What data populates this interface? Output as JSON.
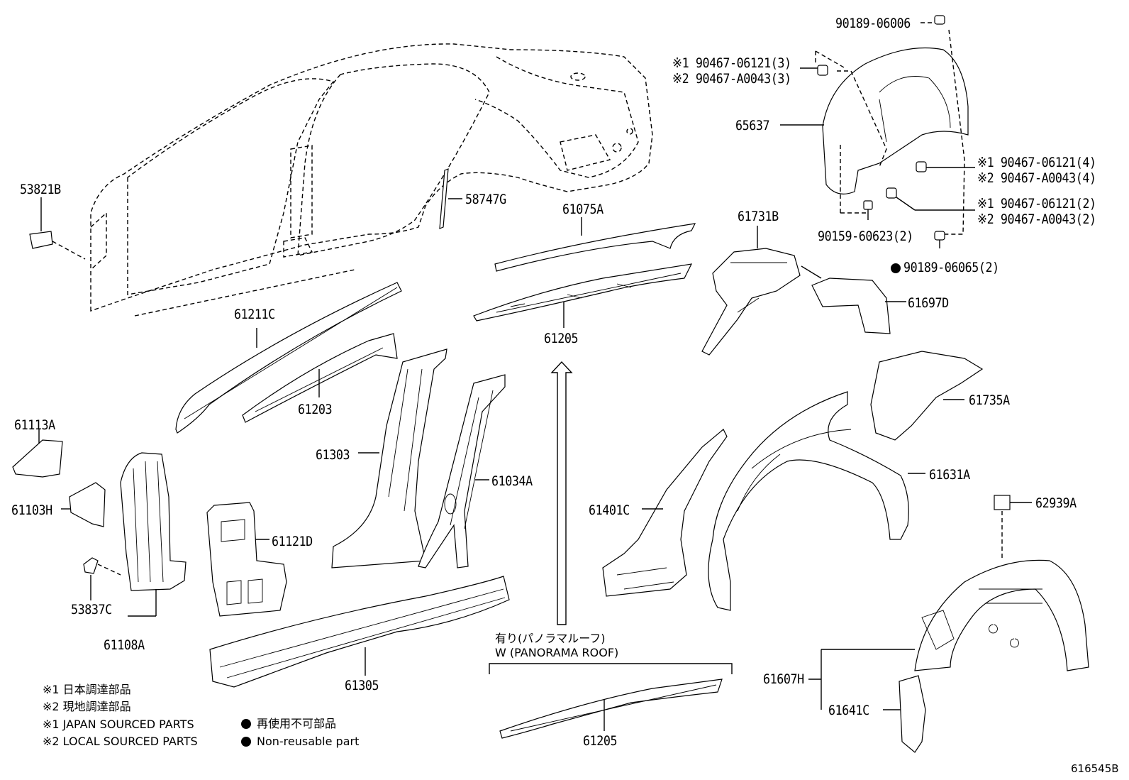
{
  "diagram_id": "616545B",
  "callouts": {
    "p53821B": "53821B",
    "p58747G": "58747G",
    "p61075A": "61075A",
    "p61211C": "61211C",
    "p61203": "61203",
    "p61205a": "61205",
    "p61205b": "61205",
    "p61113A": "61113A",
    "p61103H": "61103H",
    "p61303": "61303",
    "p61034A": "61034A",
    "p61121D": "61121D",
    "p53837C": "53837C",
    "p61108A": "61108A",
    "p61305": "61305",
    "p65637": "65637",
    "p61731B": "61731B",
    "p61697D": "61697D",
    "p61735A": "61735A",
    "p61631A": "61631A",
    "p61401C": "61401C",
    "p62939A": "62939A",
    "p61607H": "61607H",
    "p61641C": "61641C",
    "c90189_06006": "90189-06006",
    "c90467_top_1": "※1 90467-06121(3)",
    "c90467_top_2": "※2 90467-A0043(3)",
    "c90467_mid_1": "※1 90467-06121(4)",
    "c90467_mid_2": "※2 90467-A0043(4)",
    "c90467_low_1": "※1 90467-06121(2)",
    "c90467_low_2": "※2 90467-A0043(2)",
    "c90159": "90159-60623(2)",
    "c90189_06065": "90189-06065(2)"
  },
  "panorama_jp": "有り(パノラマルーフ)",
  "panorama_en": "W (PANORAMA ROOF)",
  "legend": {
    "jp1": "※1 日本調達部品",
    "jp2": "※2 現地調達部品",
    "en1": "※1 JAPAN SOURCED PARTS",
    "en2": "※2 LOCAL SOURCED PARTS",
    "nr_jp": "再使用不可部品",
    "nr_en": "Non-reusable part"
  },
  "colors": {
    "ink": "#000000",
    "paper": "#ffffff"
  }
}
